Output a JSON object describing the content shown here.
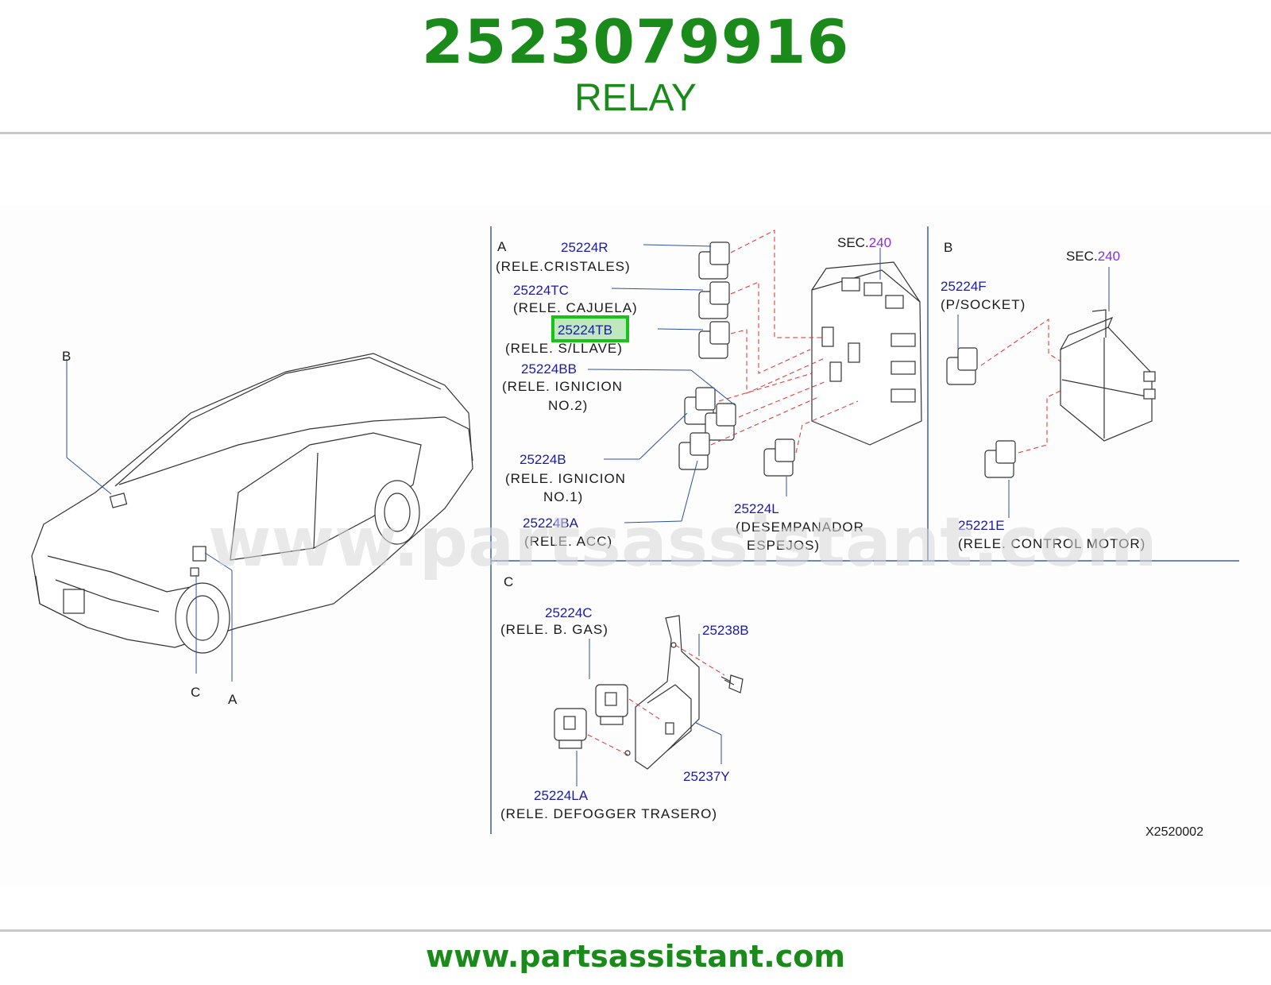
{
  "header": {
    "part_number": "2523079916",
    "part_name": "RELAY"
  },
  "footer": {
    "url": "www.partsassistant.com"
  },
  "watermark": "www.partsassistant.com",
  "diagram": {
    "code": "X2520002",
    "car_callouts": {
      "b": "B",
      "c": "C",
      "a": "A"
    },
    "section_a": {
      "letter": "A",
      "sec_prefix": "SEC.",
      "sec_number": "240",
      "parts": [
        {
          "pn": "25224R",
          "desc": [
            "(RELE.CRISTALES)"
          ]
        },
        {
          "pn": "25224TC",
          "desc": [
            "(RELE.  CAJUELA)"
          ]
        },
        {
          "pn": "25224TB",
          "desc": [
            "(RELE.  S/LLAVE)"
          ],
          "highlighted": true
        },
        {
          "pn": "25224BB",
          "desc": [
            "(RELE.  IGNICION",
            "NO.2)"
          ]
        },
        {
          "pn": "25224B",
          "desc": [
            "(RELE.  IGNICION",
            "NO.1)"
          ]
        },
        {
          "pn": "25224BA",
          "desc": [
            "(RELE.  ACC)"
          ]
        },
        {
          "pn": "25224L",
          "desc": [
            "(DESEMPANADOR",
            "ESPEJOS)"
          ]
        }
      ]
    },
    "section_b": {
      "letter": "B",
      "sec_prefix": "SEC.",
      "sec_number": "240",
      "parts": [
        {
          "pn": "25224F",
          "desc": [
            "(P/SOCKET)"
          ]
        },
        {
          "pn": "25221E",
          "desc": [
            "(RELE.  CONTROL  MOTOR)"
          ]
        }
      ]
    },
    "section_c": {
      "letter": "C",
      "parts": [
        {
          "pn": "25224C",
          "desc": [
            "(RELE.  B.  GAS)"
          ]
        },
        {
          "pn": "25238B",
          "desc": []
        },
        {
          "pn": "25237Y",
          "desc": []
        },
        {
          "pn": "25224LA",
          "desc": [
            "(RELE.  DEFOGGER  TRASERO)"
          ]
        }
      ]
    }
  },
  "colors": {
    "brand_green": "#1a8a1a",
    "part_number_blue": "#1a1aa6",
    "sec_number_purple": "#8a2be2",
    "highlight_green": "#19c219",
    "highlight_fill": "#bfe8bf",
    "leader_blue": "#2c4fa0",
    "dash_red": "#e03030"
  }
}
